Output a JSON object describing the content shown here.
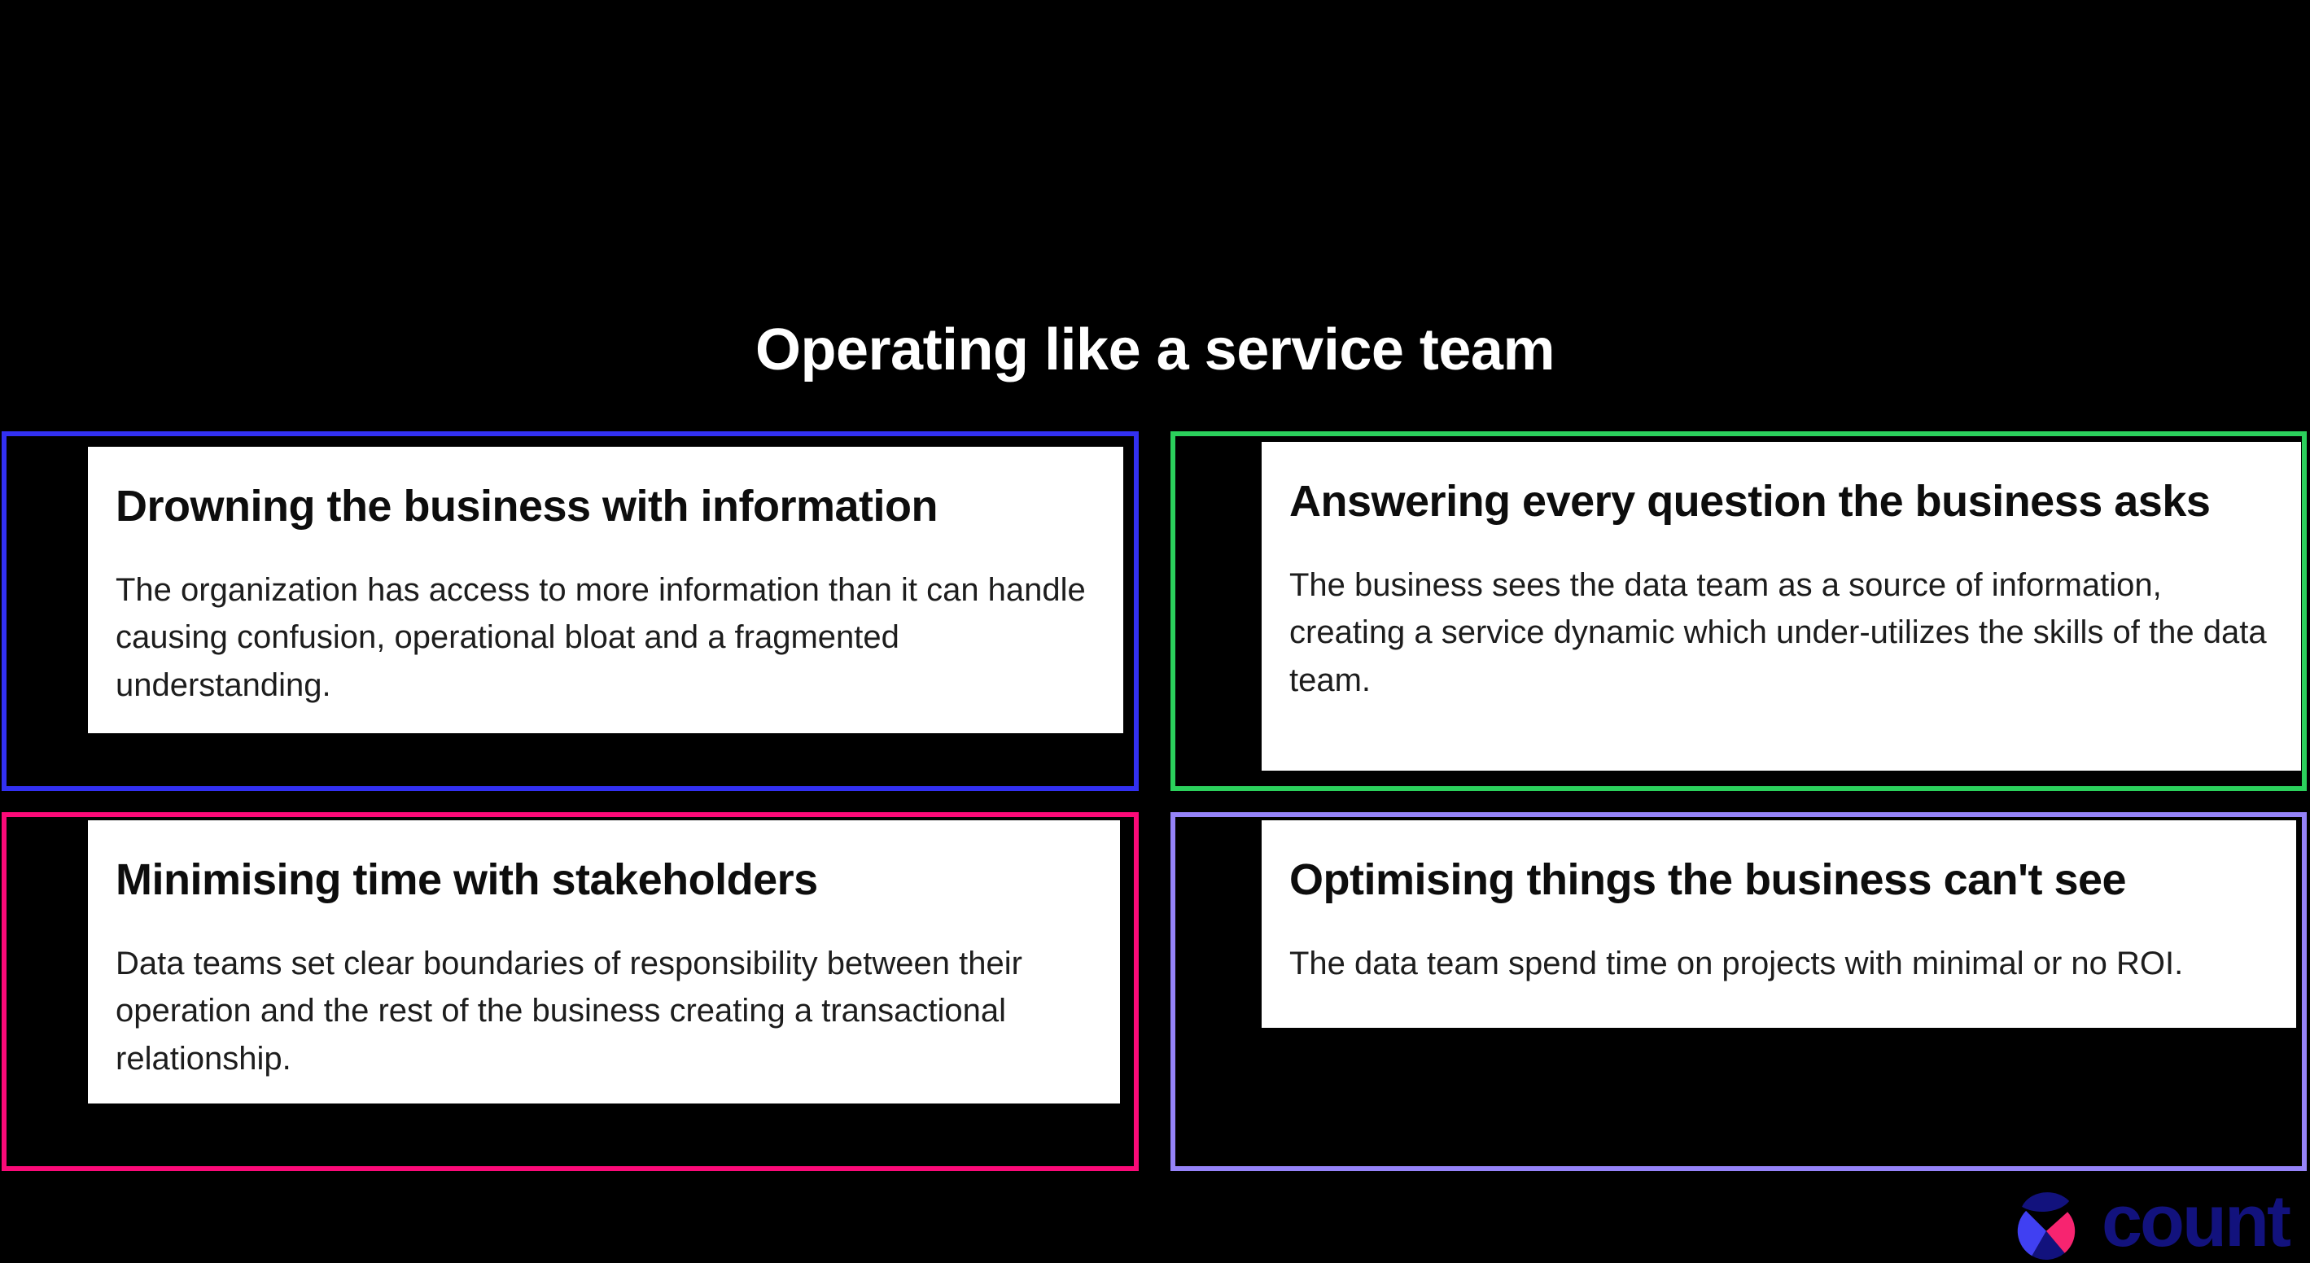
{
  "title": "Operating like a service team",
  "quadrants": [
    {
      "position": "top-left",
      "border_color": "#3230f2",
      "heading": "Drowning the business with information",
      "body": "The organization has access to more information than it can handle causing confusion, operational bloat and a fragmented understanding."
    },
    {
      "position": "top-right",
      "border_color": "#2bd05c",
      "heading": "Answering every question the business asks",
      "body": "The business sees the data team as a source of information, creating a service dynamic which under-utilizes the skills of the data team."
    },
    {
      "position": "bottom-left",
      "border_color": "#fb0a78",
      "heading": "Minimising time with stakeholders",
      "body": "Data teams set clear boundaries of responsibility between their operation and the rest of the business creating a transactional relationship."
    },
    {
      "position": "bottom-right",
      "border_color": "#9583f8",
      "heading": "Optimising things the business can't see",
      "body": "The data team spend time on projects with minimal or no ROI."
    }
  ],
  "logo": {
    "wordmark": "count",
    "colors": {
      "navy": "#12127d",
      "blue": "#4040f2",
      "pink": "#f72470"
    }
  },
  "colors": {
    "background": "#000000",
    "card_background": "#ffffff",
    "title_text": "#ffffff",
    "heading_text": "#0d0d0d",
    "body_text": "#1d1d1d"
  }
}
